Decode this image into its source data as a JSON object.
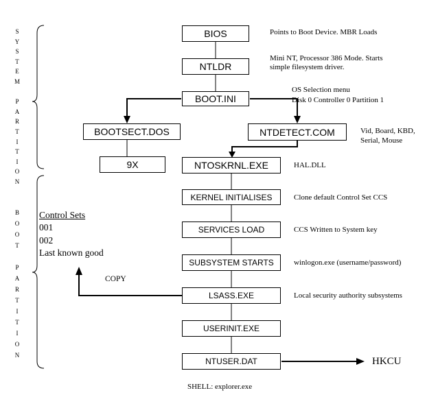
{
  "side_labels": {
    "system_partition": [
      "S",
      "Y",
      "S",
      "T",
      "E",
      "M",
      "",
      "P",
      "A",
      "R",
      "T",
      "I",
      "T",
      "I",
      "O",
      "N"
    ],
    "boot_partition": [
      "B",
      "O",
      "O",
      "T",
      "",
      "P",
      "A",
      "R",
      "T",
      "I",
      "T",
      "I",
      "O",
      "N"
    ]
  },
  "boxes": {
    "bios": "BIOS",
    "ntldr": "NTLDR",
    "boot_ini": "BOOT.INI",
    "bootsect_dos": "BOOTSECT.DOS",
    "ntdetect_com": "NTDETECT.COM",
    "win9x": "9X",
    "ntoskrnl_exe": "NTOSKRNL.EXE",
    "kernel_initialises": "KERNEL INITIALISES",
    "services_load": "SERVICES LOAD",
    "subsystem_starts": "SUBSYSTEM STARTS",
    "lsass_exe": "LSASS.EXE",
    "userinit_exe": "USERINIT.EXE",
    "ntuser_dat": "NTUSER.DAT"
  },
  "notes": {
    "bios": "Points to Boot Device.  MBR Loads",
    "ntldr_line1": "Mini NT, Processor 386 Mode. Starts",
    "ntldr_line2": "simple filesystem driver.",
    "boot_ini_line1": "OS Selection menu",
    "boot_ini_line2": "Disk 0 Controller 0 Partition 1",
    "ntdetect_line1": "Vid, Board, KBD,",
    "ntdetect_line2": "Serial, Mouse",
    "ntoskrnl": "HAL.DLL",
    "kernel": "Clone default Control Set CCS",
    "services": "CCS Written to System key",
    "subsystem": "winlogon.exe (username/password)",
    "lsass": "Local security authority subsystems",
    "shell": "SHELL: explorer.exe",
    "copy": "COPY",
    "hkcu": "HKCU"
  },
  "control_sets": {
    "title": "Control Sets",
    "items": [
      "001",
      "002",
      "Last known good"
    ]
  }
}
